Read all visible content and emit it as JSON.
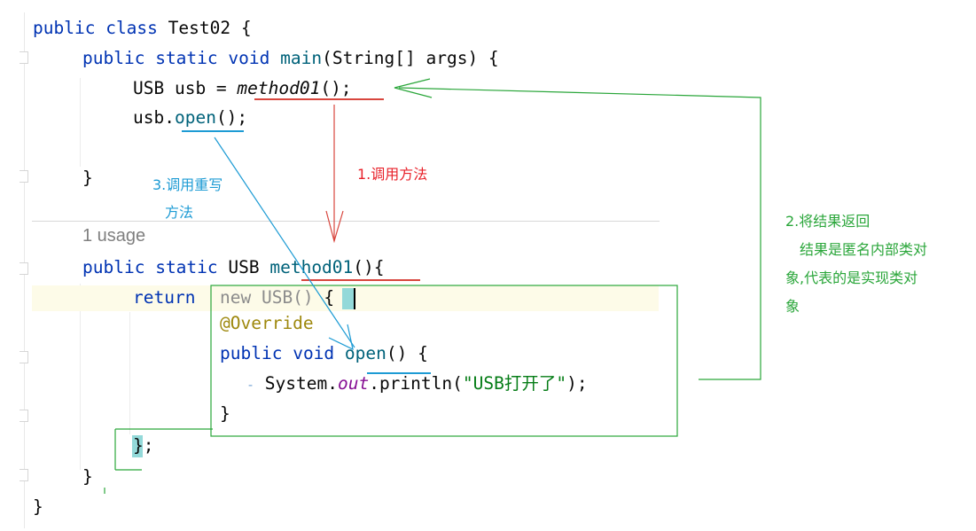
{
  "code": {
    "line1": {
      "kw1": "public",
      "kw2": "class",
      "rest": " Test02 {"
    },
    "line2": {
      "kw1": "public",
      "kw2": "static",
      "kw3": "void",
      "name": "main",
      "rest": "(String[] args) {"
    },
    "line3": {
      "pre": "USB usb = ",
      "call": "method01",
      "post": "();"
    },
    "line4": {
      "pre": "usb.",
      "call": "open",
      "post": "();"
    },
    "line5": {
      "text": "}"
    },
    "usage": "1 usage",
    "line6": {
      "kw1": "public",
      "kw2": "static",
      "type": " USB ",
      "name": "method01",
      "post": "(){"
    },
    "line7": {
      "kw": "return",
      "ghost": "new USB()",
      "brace": "{"
    },
    "line8": {
      "ann": "@Override"
    },
    "line9": {
      "kw1": "public",
      "kw2": "void",
      "name": "open",
      "post": "() {"
    },
    "line10": {
      "dash": "-",
      "pre": "System.",
      "field": "out",
      "mid": ".println(",
      "str": "\"USB打开了\"",
      "post": ");"
    },
    "line11": {
      "text": "}"
    },
    "line12": {
      "brace": "}",
      "semi": ";"
    },
    "line13": {
      "text": "}"
    },
    "line14": {
      "text": "}"
    }
  },
  "annotations": {
    "step1": "1.调用方法",
    "step2_line1": "2.将结果返回",
    "step2_line2": "结果是匿名内部类对",
    "step2_line3": "象,代表的是实现类对",
    "step2_line4": "象",
    "step3_line1": "3.调用重写",
    "step3_line2": "方法"
  },
  "colors": {
    "step1": "#e8212a",
    "step2": "#2aa63a",
    "step3": "#1d9bd4"
  }
}
